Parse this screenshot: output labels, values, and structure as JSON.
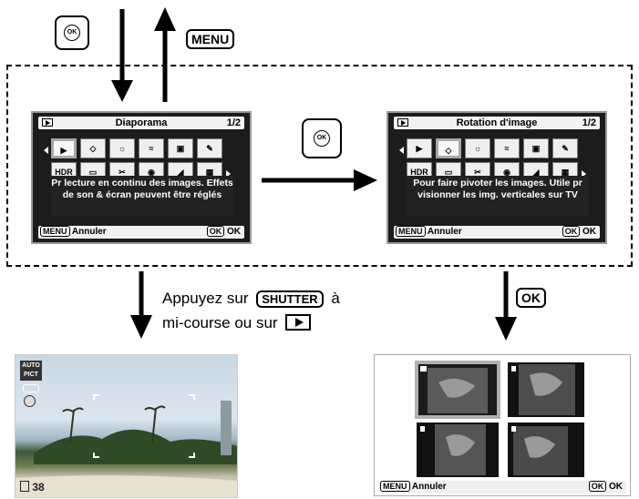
{
  "keys": {
    "menu": "MENU",
    "ok": "OK",
    "shutter": "SHUTTER",
    "ok_small": "OK",
    "menu_small": "MENU"
  },
  "pad_ok_label": "OK",
  "panel_left": {
    "title": "Diaporama",
    "page": "1/2",
    "icon_hdr": "HDR",
    "description": "Pr lecture en continu des images. Effets de son & écran peuvent être réglés",
    "cancel": "Annuler",
    "ok": "OK"
  },
  "panel_right": {
    "title": "Rotation d'image",
    "page": "1/2",
    "icon_hdr": "HDR",
    "description": "Pour faire pivoter les images. Utile pr visionner les img. verticales sur TV",
    "cancel": "Annuler",
    "ok": "OK"
  },
  "caption_line1": "Appuyez sur",
  "caption_a": "à",
  "caption_line2": "mi-course ou sur",
  "capture_screen": {
    "mode_line1": "AUTO",
    "mode_line2": "PICT",
    "shots": "38"
  },
  "grid_screen": {
    "cancel": "Annuler",
    "ok": "OK"
  }
}
